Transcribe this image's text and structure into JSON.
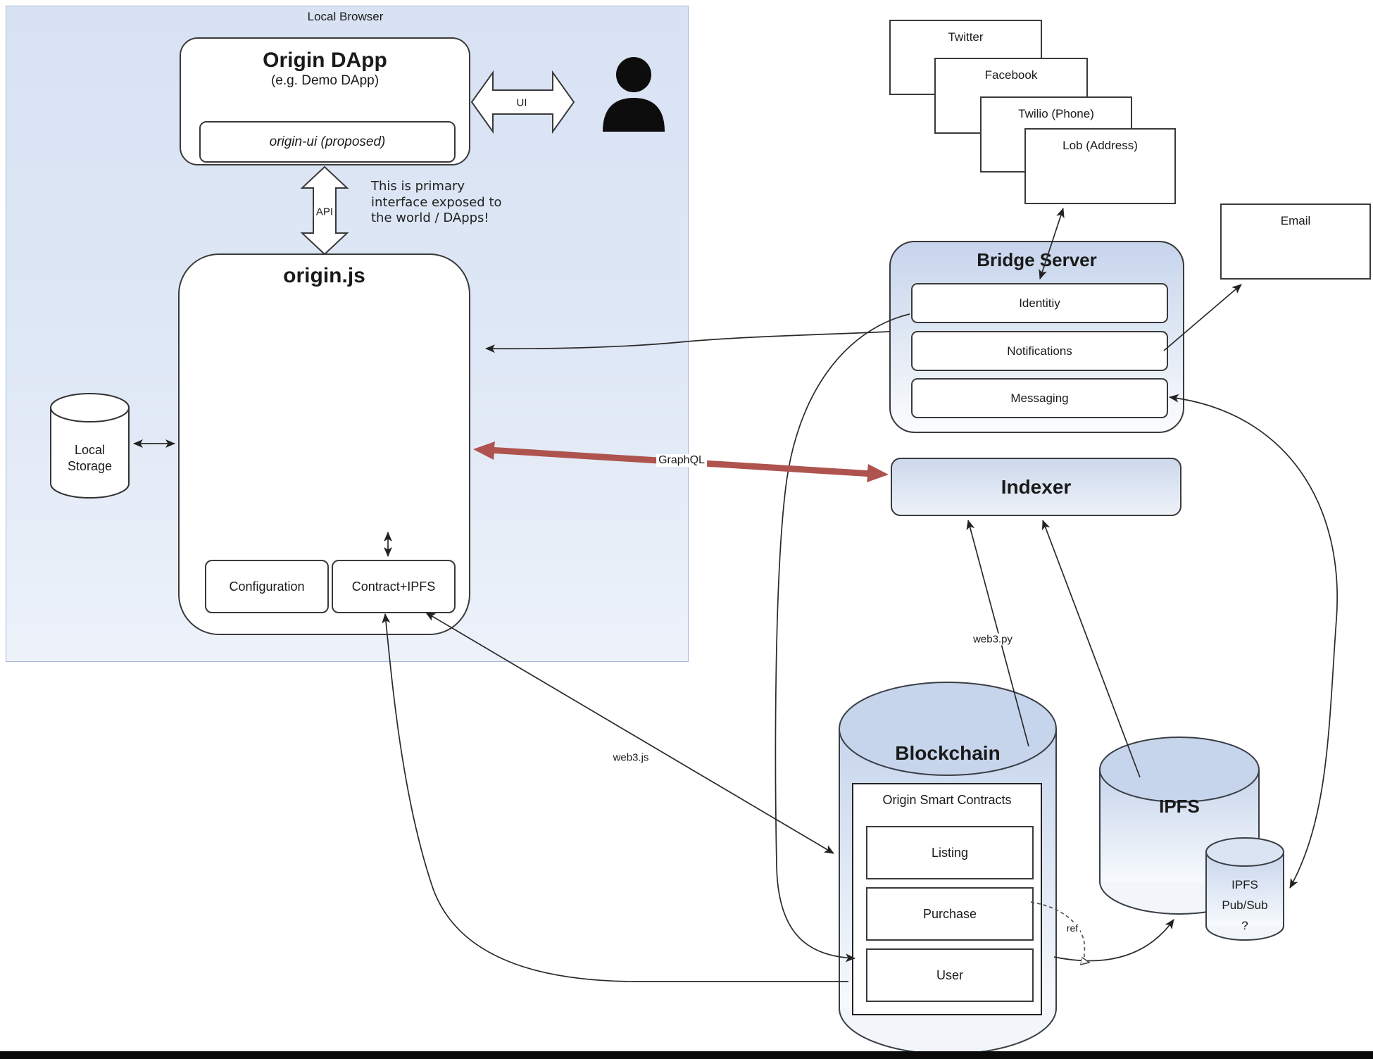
{
  "canvas": {
    "accent_red": "#ae534e",
    "cylinder_blue": "#c7d5ec",
    "region_blue": "#dbe5f5"
  },
  "local_browser": {
    "label": "Local Browser"
  },
  "origin_dapp": {
    "title": "Origin DApp",
    "subtitle": "(e.g. Demo DApp)",
    "inner": "origin-ui (proposed)"
  },
  "arrows": {
    "ui": "UI",
    "api": "API",
    "graphql": "GraphQL",
    "web3py": "web3.py",
    "web3js": "web3.js",
    "ref": "ref"
  },
  "note": {
    "line1": "This is primary",
    "line2": "interface exposed to",
    "line3": "the world / DApps!"
  },
  "originjs": {
    "title": "origin.js",
    "configuration": "Configuration",
    "contract": "Contract+IPFS"
  },
  "local_storage": {
    "line1": "Local",
    "line2": "Storage"
  },
  "services": {
    "twitter": "Twitter",
    "facebook": "Facebook",
    "twilio": "Twilio (Phone)",
    "lob": "Lob (Address)",
    "email": "Email"
  },
  "bridge": {
    "title": "Bridge Server",
    "items": [
      "Identitiy",
      "Notifications",
      "Messaging"
    ]
  },
  "indexer": {
    "title": "Indexer"
  },
  "blockchain": {
    "title": "Blockchain",
    "contracts_title": "Origin Smart Contracts",
    "contracts": [
      "Listing",
      "Purchase",
      "User"
    ]
  },
  "ipfs": {
    "title": "IPFS"
  },
  "pubsub": {
    "line1": "IPFS",
    "line2": "Pub/Sub",
    "line3": "?"
  }
}
